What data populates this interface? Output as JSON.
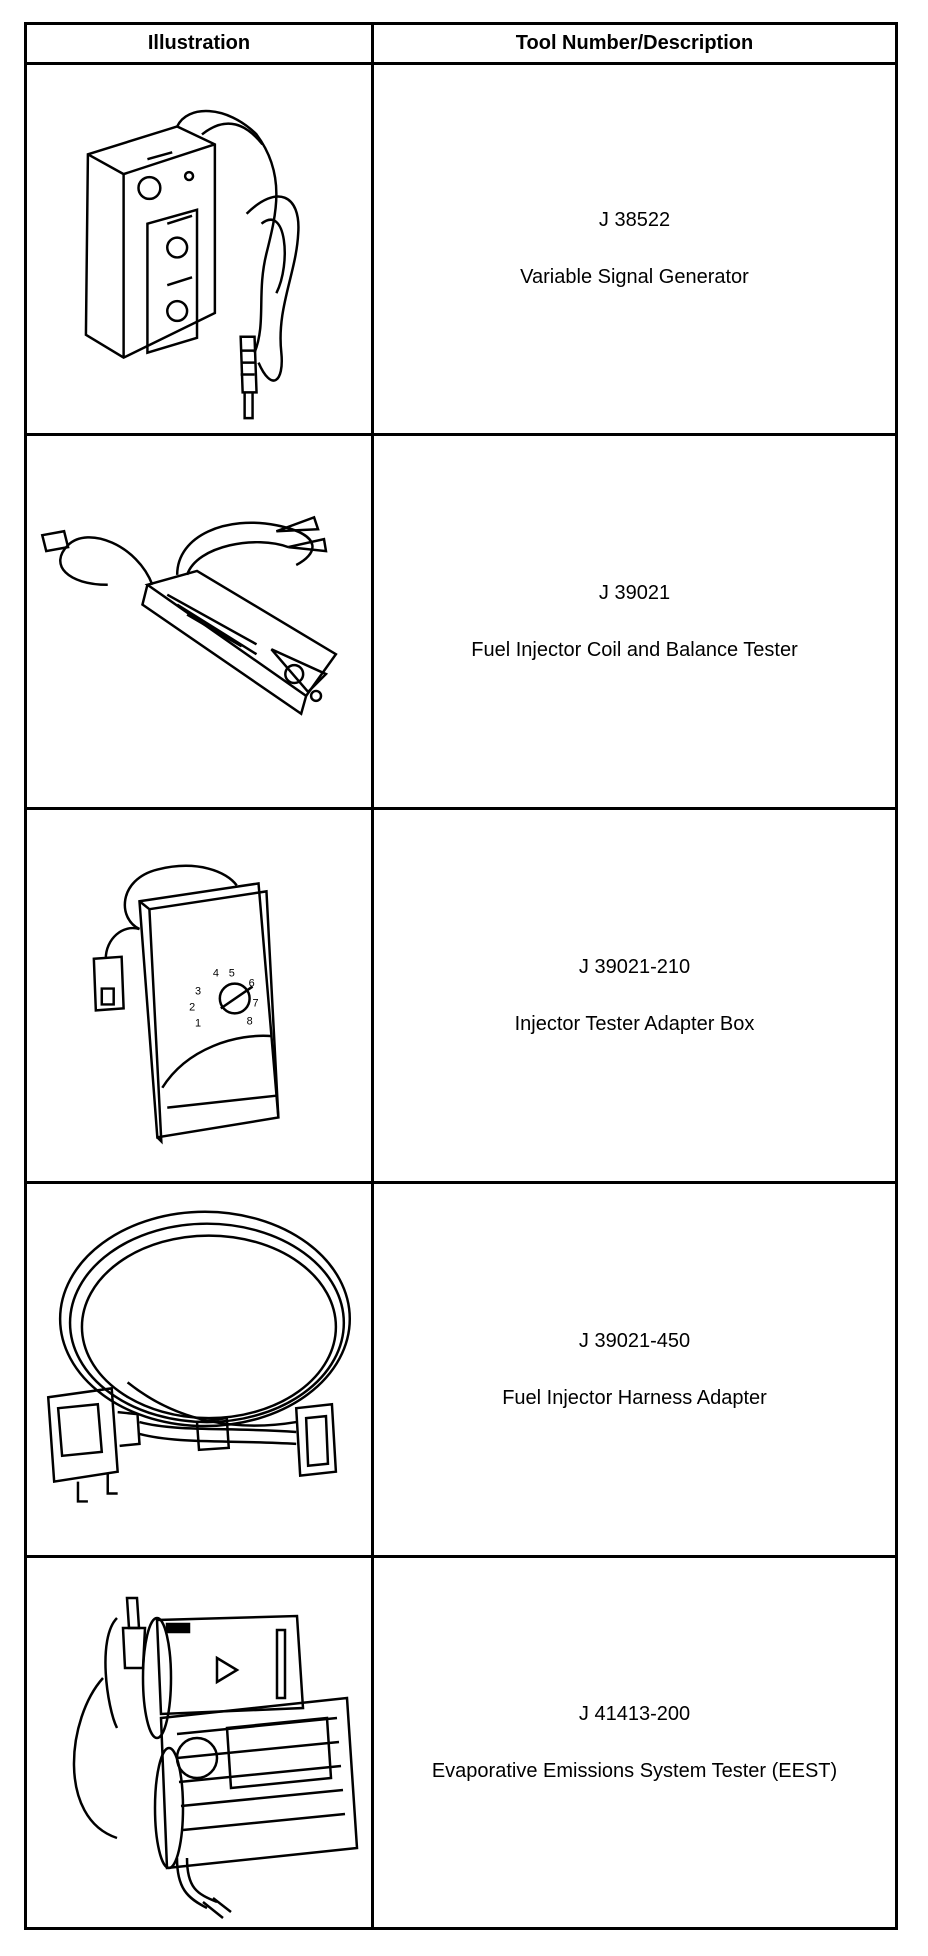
{
  "header": {
    "illustration_label": "Illustration",
    "description_label": "Tool Number/Description"
  },
  "tools": [
    {
      "number": "J 38522",
      "description": "Variable Signal Generator"
    },
    {
      "number": "J 39021",
      "description": "Fuel Injector Coil and Balance Tester"
    },
    {
      "number": "J 39021-210",
      "description": "Injector Tester Adapter Box"
    },
    {
      "number": "J 39021-450",
      "description": "Fuel Injector Harness Adapter"
    },
    {
      "number": "J 41413-200",
      "description": "Evaporative Emissions System Tester (EEST)"
    }
  ],
  "illustration_labels": {
    "dial_numbers": [
      "1",
      "2",
      "3",
      "4",
      "5",
      "6",
      "7",
      "8"
    ]
  }
}
